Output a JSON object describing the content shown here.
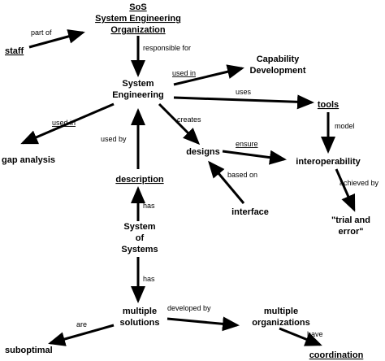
{
  "nodes": {
    "sos_title": "SoS",
    "sos_org_line1": "System Engineering",
    "sos_org_line2": "Organization",
    "staff": "staff",
    "system_engineering_line1": "System",
    "system_engineering_line2": "Engineering",
    "capability_development_line1": "Capability",
    "capability_development_line2": "Development",
    "tools": "tools",
    "gap_analysis": "gap analysis",
    "designs": "designs",
    "interoperability": "interoperability",
    "description": "description",
    "interface": "interface",
    "trial_and_error_line1": "\"trial and",
    "trial_and_error_line2": "error\"",
    "system_of_systems_line1": "System",
    "system_of_systems_line2": "of",
    "system_of_systems_line3": "Systems",
    "multiple_solutions_line1": "multiple",
    "multiple_solutions_line2": "solutions",
    "multiple_organizations_line1": "multiple",
    "multiple_organizations_line2": "organizations",
    "suboptimal": "suboptimal",
    "coordination": "coordination"
  },
  "edges": {
    "part_of": "part of",
    "responsible_for": "responsible for",
    "used_in_capability": "used in",
    "uses": "uses",
    "used_in_gap": "used in",
    "used_by": "used by",
    "creates": "creates",
    "ensure": "ensure",
    "model": "model",
    "based_on": "based on",
    "achieved_by": "achieved by",
    "has_description": "has",
    "has_solutions": "has",
    "developed_by": "developed by",
    "are": "are",
    "have": "have"
  },
  "colors": {
    "ink": "#000000",
    "background": "#ffffff"
  }
}
